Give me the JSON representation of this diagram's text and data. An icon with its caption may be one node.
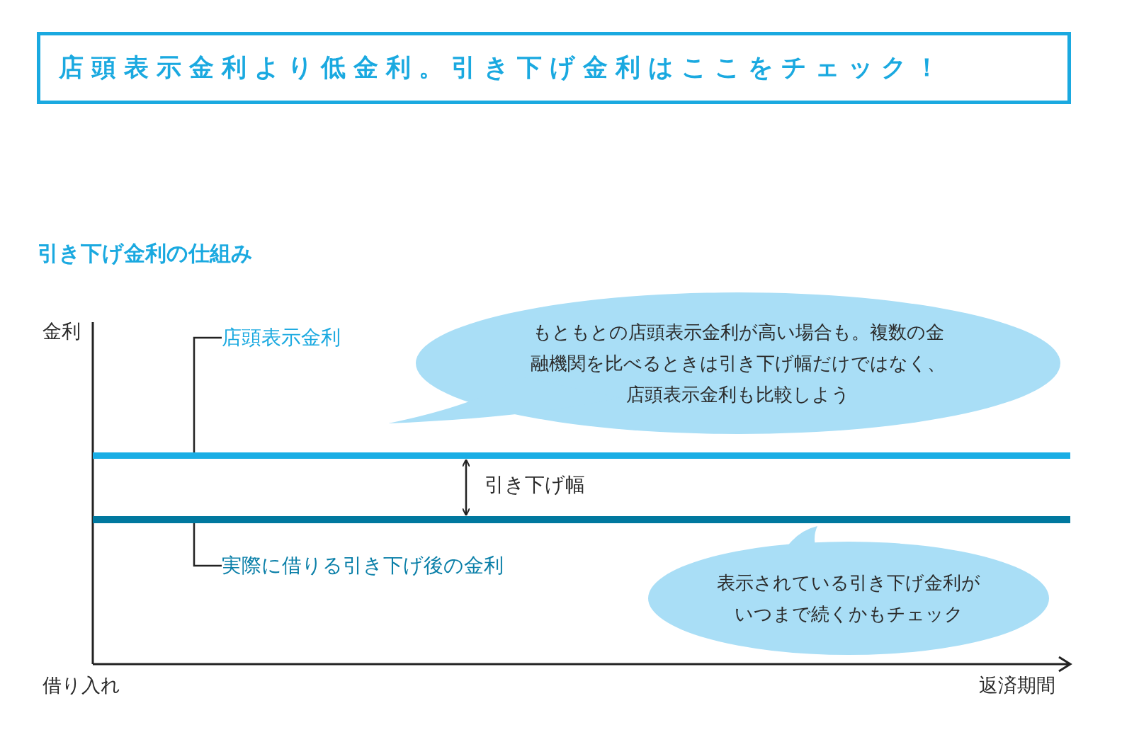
{
  "diagram": {
    "title": "店頭表示金利より低金利。引き下げ金利はここをチェック！",
    "nodes": [
      {
        "text": [
          "店頭表示金利"
        ]
      },
      {
        "text": [
          "もともとの店頭表示金利が高い場合も。複数の金融機関を比べるときは引き下げ幅だけではなく、店頭表示金利も比較しよう"
        ]
      },
      {
        "text": [],
        "shape": "bar"
      },
      {
        "text": [],
        "shape": "bar"
      },
      {
        "text": [
          "実際に借りる引き下げ後の金利"
        ]
      },
      {
        "text": [
          "表示されている引き下げ金利がいつまで続くかもチェック"
        ]
      }
    ],
    "edges": [
      {
        "from": 0,
        "to": 2,
        "arrow": "none"
      },
      {
        "from": 4,
        "to": 3,
        "arrow": "none"
      },
      {
        "from": 2,
        "to": 3,
        "arrow": "both"
      }
    ],
    "labels": [
      "引き下げ金利の仕組み",
      "金利",
      "引き下げ幅",
      "借り入れ",
      "返済期間"
    ]
  }
}
